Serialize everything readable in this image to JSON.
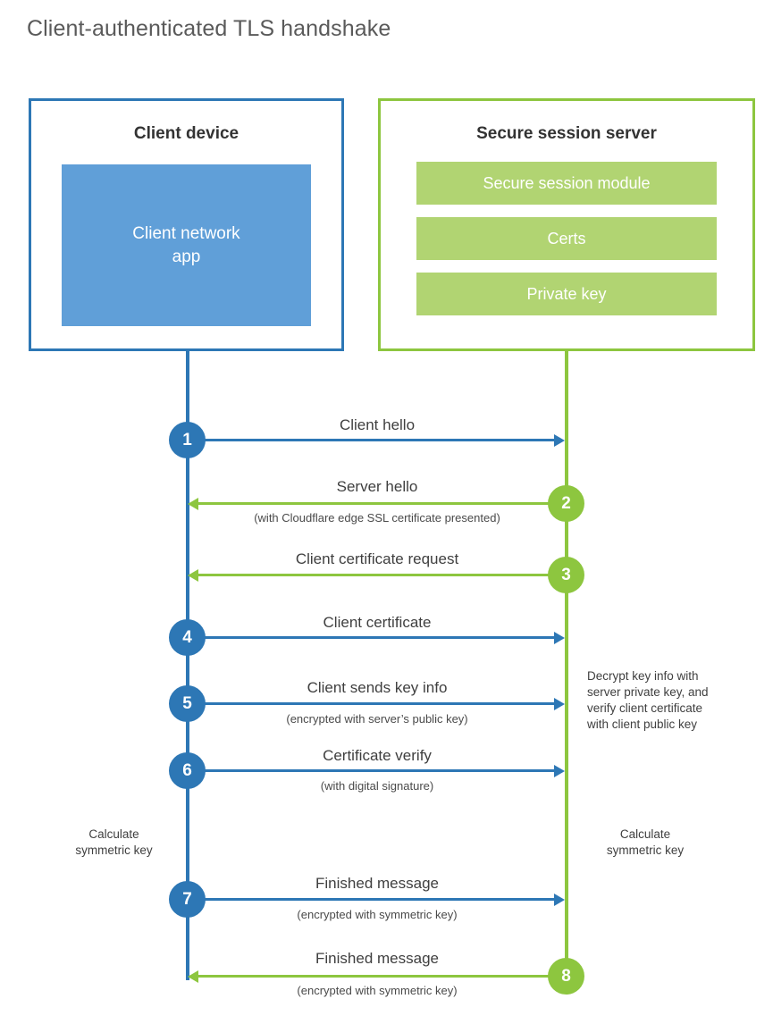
{
  "title": "Client-authenticated TLS handshake",
  "colors": {
    "blue": "#2d77b5",
    "blue_fill": "#609fd8",
    "green": "#8dc63f",
    "green_fill": "#b1d472",
    "title_text": "#5a5a5a",
    "body_text": "#3f3f3f"
  },
  "client": {
    "title": "Client device",
    "app_label": "Client network\napp",
    "app_label_line1": "Client network",
    "app_label_line2": "app"
  },
  "server": {
    "title": "Secure session server",
    "modules": [
      {
        "label": "Secure session module"
      },
      {
        "label": "Certs"
      },
      {
        "label": "Private key"
      }
    ]
  },
  "steps": [
    {
      "number": "1",
      "label": "Client hello",
      "sub": "",
      "direction": "client-to-server",
      "color": "blue"
    },
    {
      "number": "2",
      "label": "Server hello",
      "sub": "(with Cloudflare edge SSL certificate presented)",
      "direction": "server-to-client",
      "color": "green"
    },
    {
      "number": "3",
      "label": "Client certificate request",
      "sub": "",
      "direction": "server-to-client",
      "color": "green"
    },
    {
      "number": "4",
      "label": "Client certificate",
      "sub": "",
      "direction": "client-to-server",
      "color": "blue"
    },
    {
      "number": "5",
      "label": "Client sends key info",
      "sub": "(encrypted with server’s public key)",
      "direction": "client-to-server",
      "color": "blue"
    },
    {
      "number": "6",
      "label": "Certificate verify",
      "sub": "(with digital signature)",
      "direction": "client-to-server",
      "color": "blue"
    },
    {
      "number": "7",
      "label": "Finished message",
      "sub": "(encrypted with symmetric key)",
      "direction": "client-to-server",
      "color": "blue"
    },
    {
      "number": "8",
      "label": "Finished message",
      "sub": "(encrypted with symmetric key)",
      "direction": "server-to-client",
      "color": "green"
    }
  ],
  "notes": {
    "server_decrypt": {
      "line1": "Decrypt key info with",
      "line2": "server private key, and",
      "line3": "verify client certificate",
      "line4": "with client public key"
    },
    "client_symmetric": {
      "line1": "Calculate",
      "line2": "symmetric key"
    },
    "server_symmetric": {
      "line1": "Calculate",
      "line2": "symmetric key"
    }
  }
}
